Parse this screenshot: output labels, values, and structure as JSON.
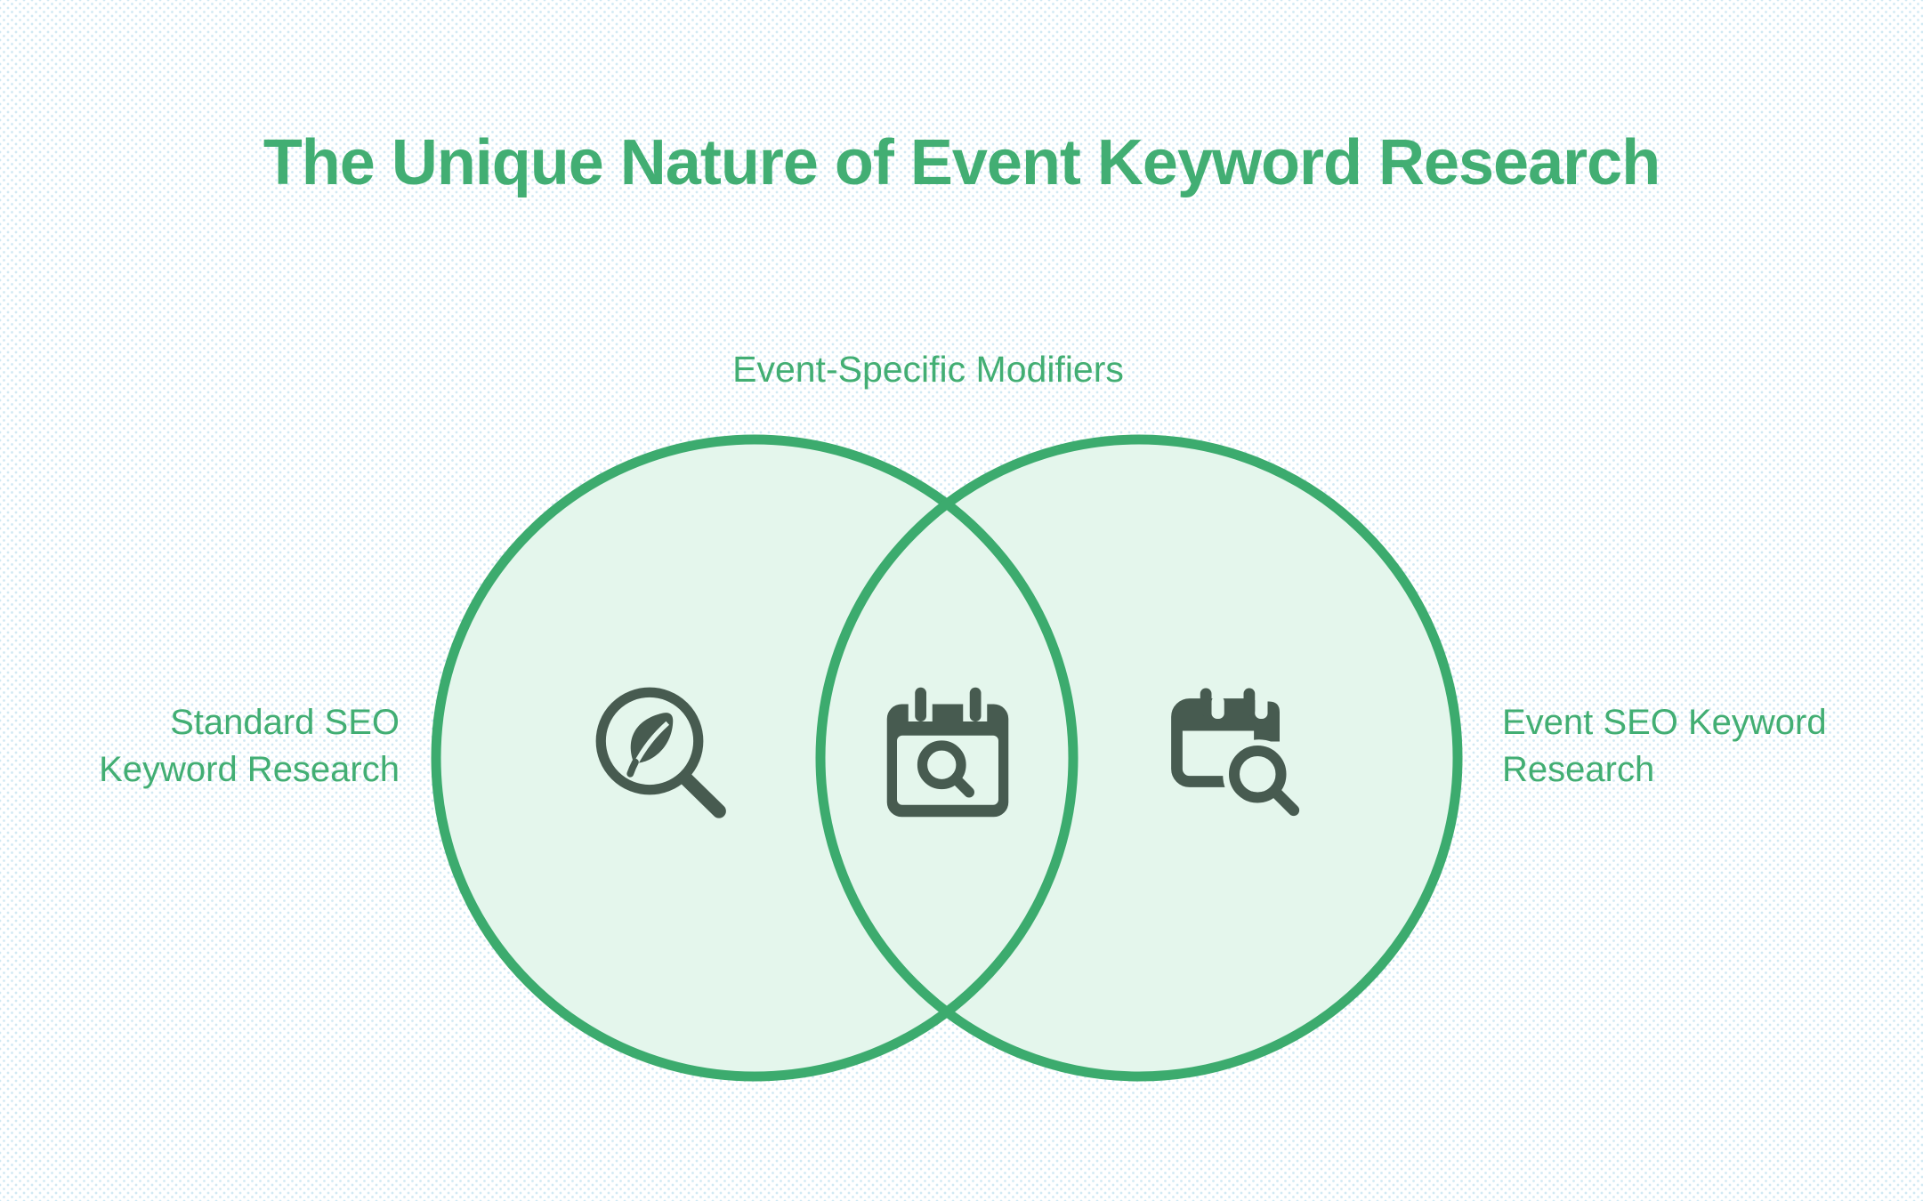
{
  "title": "The Unique Nature of Event Keyword Research",
  "diagram": {
    "type": "venn",
    "overlap_label": "Event-Specific Modifiers",
    "left_label": {
      "text": "Standard SEO Keyword Research",
      "lines": [
        "Standard SEO",
        "Keyword Research"
      ]
    },
    "right_label": {
      "text": "Event SEO Keyword Research",
      "lines": [
        "Event SEO Keyword",
        "Research"
      ]
    },
    "icons": {
      "left": "leaf-search-icon",
      "center": "calendar-search-icon",
      "right": "calendar-external-search-icon"
    },
    "colors": {
      "accent_green": "#42ae73",
      "circle_stroke": "#3cab6e",
      "circle_fill": "#e4f6ec",
      "icon_dark": "#475b50",
      "background": "#ffffff"
    }
  }
}
